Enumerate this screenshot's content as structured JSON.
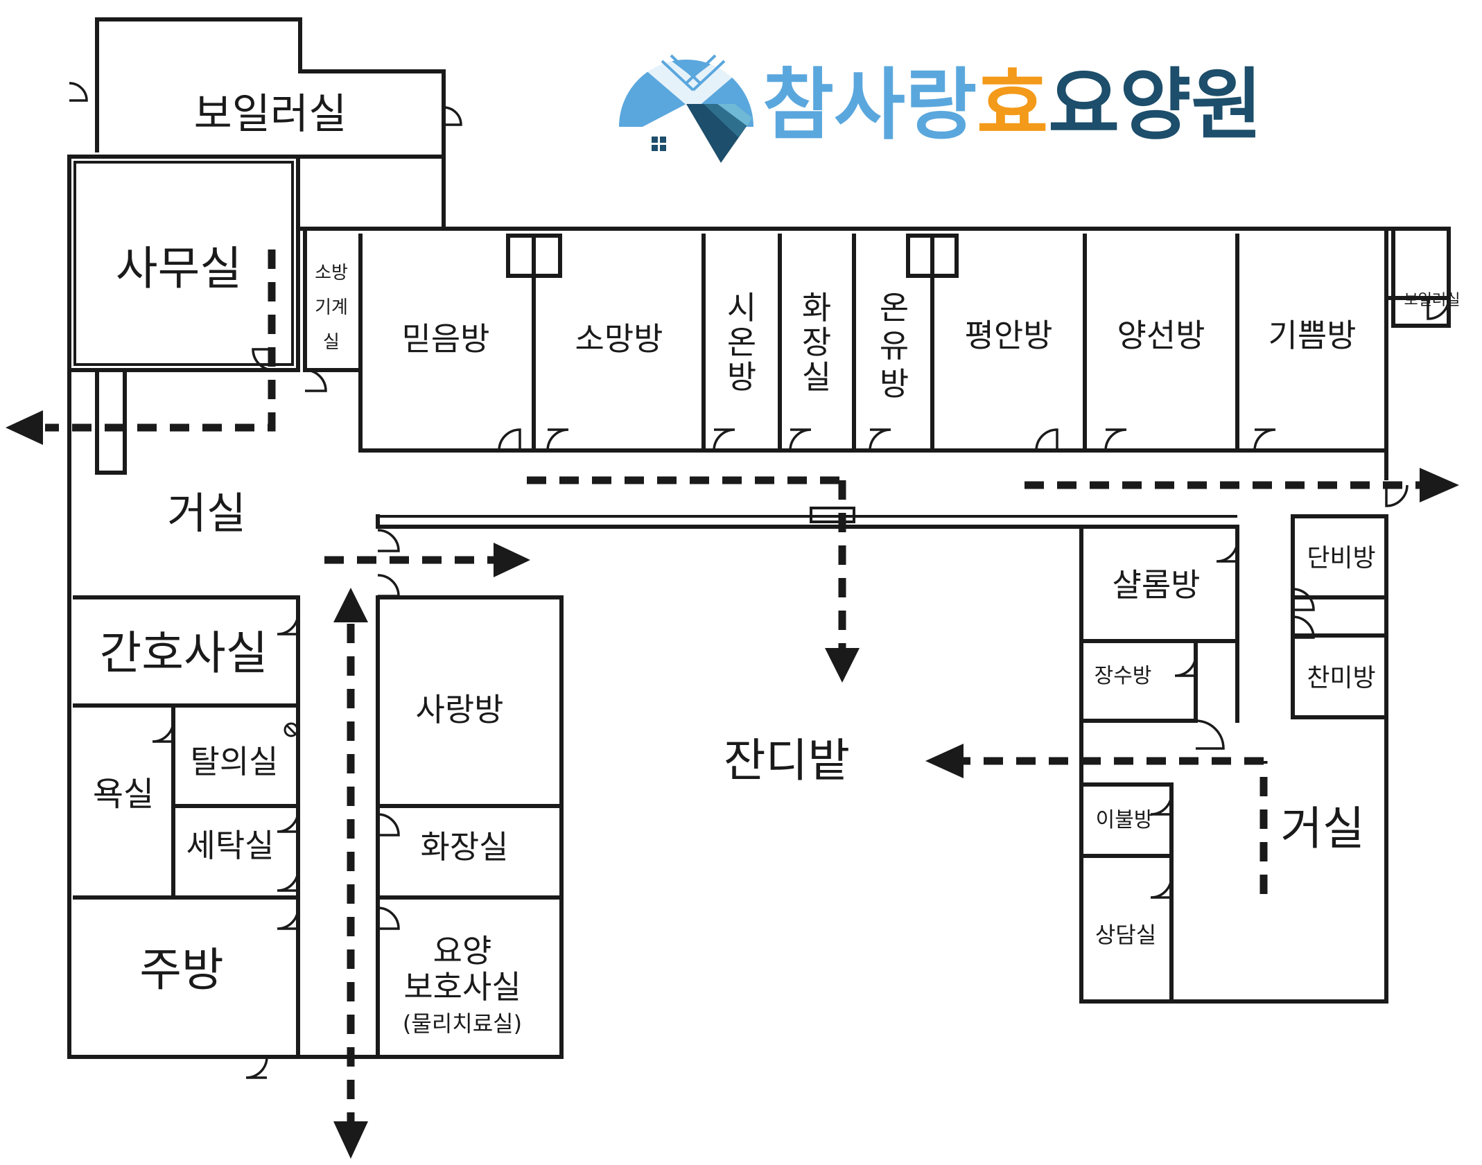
{
  "logo": {
    "text_parts": [
      {
        "text": "참사랑",
        "color": "#5aa7dd"
      },
      {
        "text": "효",
        "color": "#f39a1a"
      },
      {
        "text": "요양원",
        "color": "#1d4e6b"
      }
    ],
    "colors": {
      "circle": "#5aa7dd",
      "roof_dark": "#1d4e6b",
      "roof_mid": "#2f6f8e",
      "roof_light": "#6fb8d6"
    }
  },
  "rooms": {
    "boiler_top": "보일러실",
    "office": "사무실",
    "fire_machine": [
      "소방",
      "기계",
      "실"
    ],
    "mideum": "믿음방",
    "somang": "소망방",
    "sion": [
      "시",
      "온",
      "방"
    ],
    "toilet_top": [
      "화",
      "장",
      "실"
    ],
    "onyu": [
      "온",
      "유",
      "방"
    ],
    "pyeongan": "평안방",
    "yangseon": "양선방",
    "gippeum": "기쁨방",
    "boiler_right": "보일러실",
    "living_left": "거실",
    "nurse": "간호사실",
    "bath": "욕실",
    "dressing": "탈의실",
    "laundry": "세탁실",
    "kitchen": "주방",
    "sarang": "사랑방",
    "toilet_mid": "화장실",
    "therapy": [
      "요양",
      "보호사실",
      "(물리치료실)"
    ],
    "lawn": "잔디밭",
    "shalom": "샬롬방",
    "danbi": "단비방",
    "chanmi": "찬미방",
    "jangsu": "장수방",
    "ibul": "이불방",
    "living_right": "거실",
    "counsel": "상담실"
  }
}
